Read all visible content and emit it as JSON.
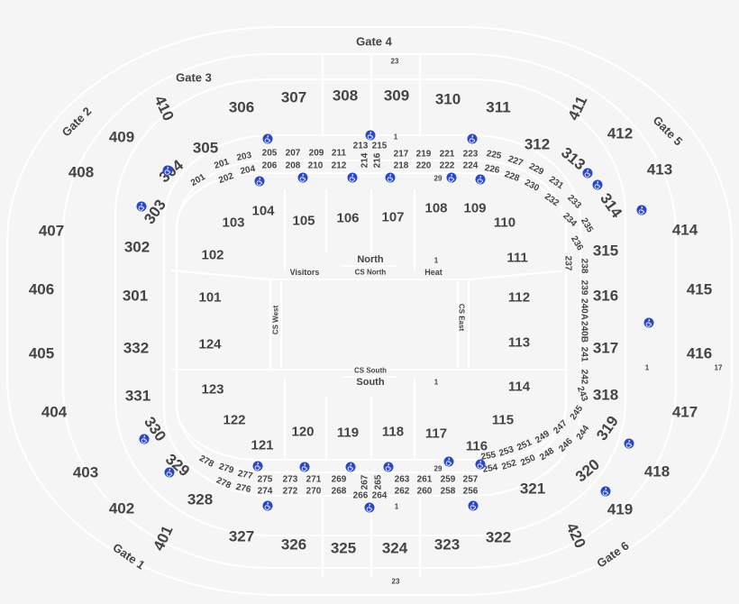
{
  "gates": [
    "Gate 4",
    "Gate 3",
    "Gate 2",
    "Gate 5",
    "Gate 1",
    "Gate 6"
  ],
  "sections": {
    "level_400": [
      "410",
      "409",
      "408",
      "407",
      "406",
      "405",
      "404",
      "403",
      "402",
      "401",
      "411",
      "412",
      "413",
      "414",
      "415",
      "416",
      "417",
      "418",
      "419",
      "420"
    ],
    "level_300": [
      "306",
      "307",
      "308",
      "309",
      "310",
      "311",
      "305",
      "312",
      "304",
      "313",
      "303",
      "314",
      "302",
      "315",
      "301",
      "316",
      "332",
      "317",
      "331",
      "318",
      "330",
      "319",
      "329",
      "320",
      "328",
      "321",
      "327",
      "326",
      "325",
      "324",
      "323",
      "322"
    ],
    "level_100": [
      "104",
      "105",
      "106",
      "107",
      "108",
      "109",
      "110",
      "103",
      "102",
      "111",
      "101",
      "112",
      "124",
      "113",
      "123",
      "114",
      "122",
      "115",
      "121",
      "116",
      "120",
      "119",
      "118",
      "117"
    ],
    "level_200": [
      "205",
      "207",
      "209",
      "211",
      "213",
      "215",
      "214",
      "216",
      "217",
      "219",
      "221",
      "223",
      "225",
      "227",
      "229",
      "231",
      "233",
      "235",
      "206",
      "208",
      "210",
      "212",
      "218",
      "220",
      "222",
      "224",
      "226",
      "228",
      "230",
      "232",
      "234",
      "236",
      "203",
      "201",
      "204",
      "202",
      "201",
      "237",
      "238",
      "239",
      "240A",
      "240B",
      "241",
      "242",
      "243",
      "245",
      "247",
      "249",
      "251",
      "253",
      "255",
      "244",
      "246",
      "248",
      "250",
      "252",
      "254",
      "257",
      "259",
      "261",
      "263",
      "265",
      "267",
      "269",
      "271",
      "273",
      "275",
      "277",
      "279",
      "278",
      "278",
      "276",
      "274",
      "272",
      "270",
      "268",
      "266",
      "264",
      "262",
      "260",
      "258",
      "256"
    ]
  },
  "court": {
    "north": "North",
    "cs_north": "CS North",
    "visitors": "Visitors",
    "heat": "Heat",
    "cs_south": "CS South",
    "south": "South",
    "cs_west": "CS West",
    "cs_east": "CS East"
  },
  "row_numbers": [
    "23",
    "23",
    "1",
    "1",
    "1",
    "1",
    "29",
    "29",
    "1",
    "17"
  ],
  "icons": {
    "accessible": "accessible-seating-icon"
  },
  "colors": {
    "background": "#f5f5f5",
    "accessible": "#2a47c8",
    "label": "#454545"
  }
}
